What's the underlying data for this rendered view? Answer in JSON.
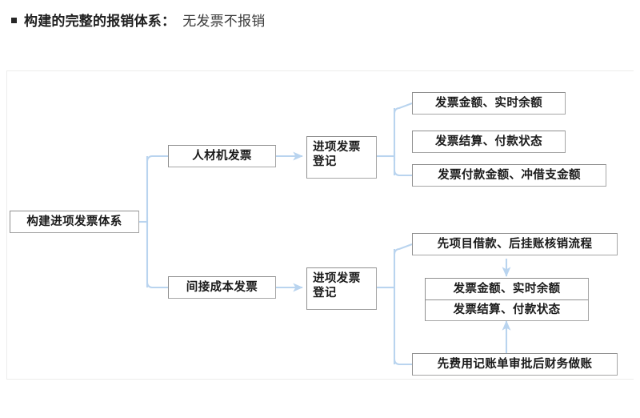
{
  "heading": {
    "bullet_icon": "square-bullet-icon",
    "main": "构建的完整的报销体系：",
    "sub": "无发票不报销"
  },
  "diagram": {
    "type": "tree-flowchart",
    "root": {
      "label": "构建进项发票体系"
    },
    "branches": [
      {
        "name": "labor-material-machine",
        "source": {
          "label": "人材机发票"
        },
        "process": {
          "label_line1": "进项发票",
          "label_line2": "登记"
        },
        "outputs": [
          {
            "label": "发票金额、实时余额"
          },
          {
            "label": "发票结算、付款状态"
          },
          {
            "label": "发票付款金额、冲借支金额"
          }
        ]
      },
      {
        "name": "indirect-cost",
        "source": {
          "label": "间接成本发票"
        },
        "process": {
          "label_line1": "进项发票",
          "label_line2": "登记"
        },
        "outputs": [
          {
            "label": "先项目借款、后挂账核销流程"
          },
          {
            "label": "发票金额、实时余额"
          },
          {
            "label": "发票结算、付款状态"
          },
          {
            "label": "先费用记账单审批后财务做账"
          }
        ]
      }
    ],
    "colors": {
      "connector": "#b9d4ef",
      "node_border": "#a6a6a6",
      "container_border": "#ececeb",
      "text": "#1a1a1a"
    }
  }
}
